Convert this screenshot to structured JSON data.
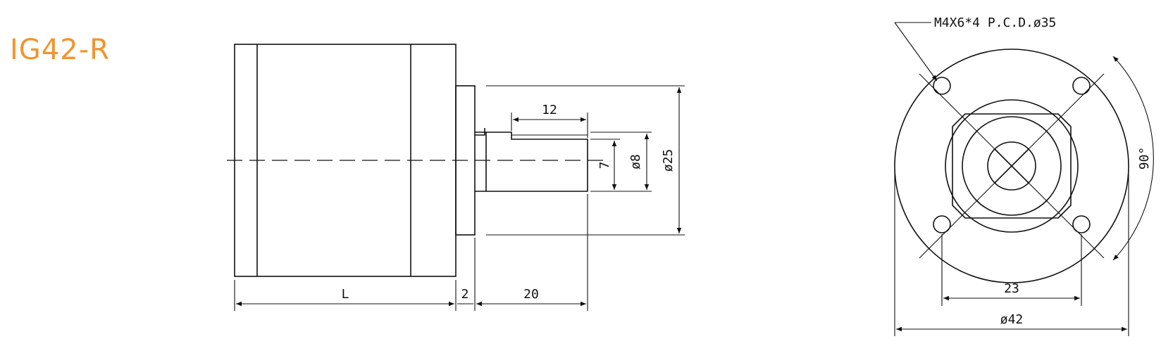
{
  "title": "IG42-R",
  "side_view": {
    "dim_length": "L",
    "dim_flange": "2",
    "dim_shaft_length": "20",
    "dim_flat_length": "12",
    "dim_flat": "7",
    "dim_shaft_dia": "ø8",
    "dim_pilot_dia": "ø25"
  },
  "front_view": {
    "hole_note": "M4X6*4  P.C.D.ø35",
    "dim_hole_spacing": "23",
    "dim_body_dia": "ø42",
    "dim_angle": "90°"
  }
}
